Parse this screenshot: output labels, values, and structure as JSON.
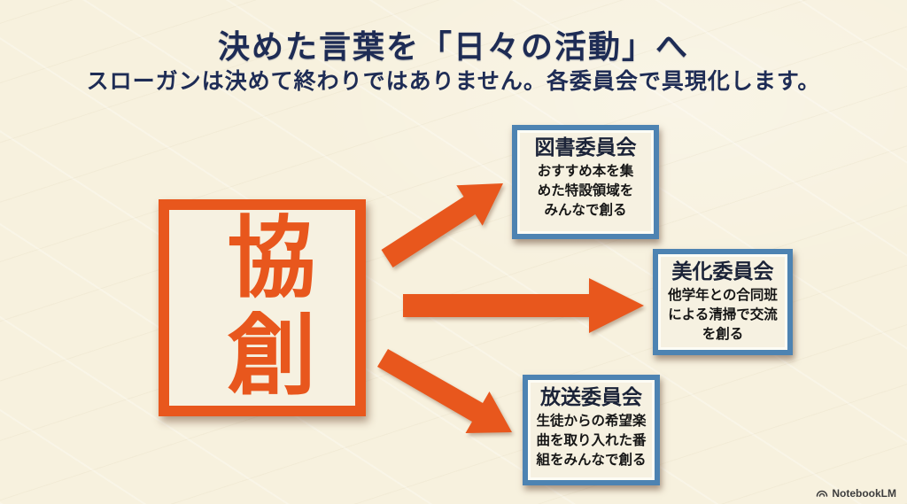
{
  "slide": {
    "title": "決めた言葉を「日々の活動」へ",
    "subtitle": "スローガンは決めて終わりではありません。各委員会で具現化します。",
    "keyword": "協創"
  },
  "committees": [
    {
      "name": "図書委員会",
      "lines": [
        "おすすめ本を集",
        "めた特設領域を",
        "みんなで創る"
      ]
    },
    {
      "name": "美化委員会",
      "lines": [
        "他学年との合同班",
        "による清掃で交流",
        "を創る"
      ]
    },
    {
      "name": "放送委員会",
      "lines": [
        "生徒からの希望楽",
        "曲を取り入れた番",
        "組をみんなで創る"
      ]
    }
  ],
  "footer": {
    "brand": "NotebookLM"
  },
  "colors": {
    "background": "#f7f1de",
    "accent_orange": "#e8571d",
    "title_navy": "#1e2c55",
    "box_border_blue": "#4d83b2",
    "box_fill": "#f6f1e1",
    "box_inner_white": "#fdfcf5",
    "body_text": "#161616",
    "committee_title": "#1b2338",
    "brand_gray": "#3d3d3d"
  }
}
